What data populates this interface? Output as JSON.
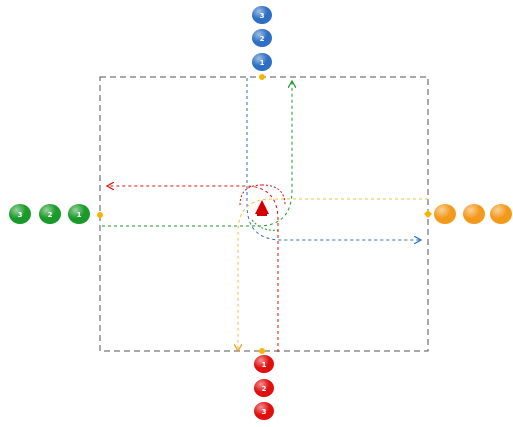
{
  "colors": {
    "north": "#2d6fc4",
    "south": "#e01010",
    "west": "#1a9a2a",
    "east": "#f39a1c",
    "frame": "#555555",
    "center": "#d40000",
    "junction": "#f7b500"
  },
  "queues": {
    "north": [
      "3",
      "2",
      "1"
    ],
    "south": [
      "1",
      "2",
      "3"
    ],
    "west": [
      "3",
      "2",
      "1"
    ],
    "east": [
      "",
      "",
      ""
    ]
  },
  "icons": {
    "center": "warning-triangle-icon"
  }
}
